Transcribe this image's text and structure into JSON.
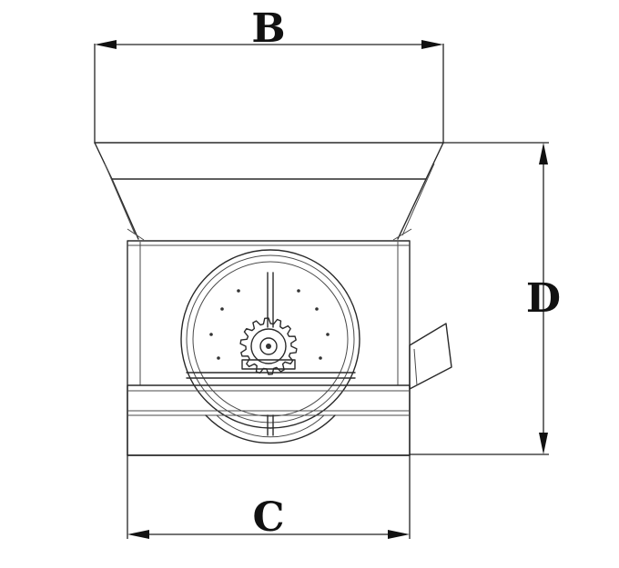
{
  "dimensions": {
    "top_width": "B",
    "base_width": "C",
    "height": "D"
  }
}
